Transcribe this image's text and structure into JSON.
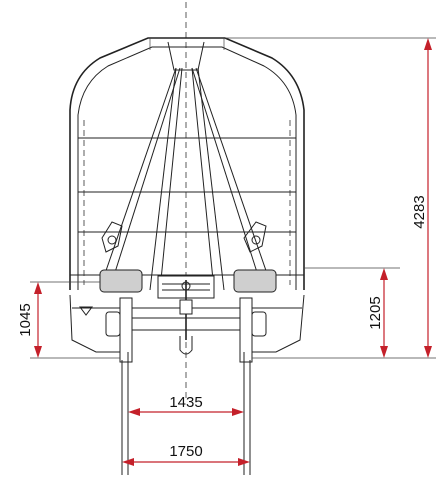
{
  "dimensions": {
    "total_height": "4283",
    "floor_height": "1205",
    "side_height": "1045",
    "track_gauge": "1435",
    "wheel_span": "1750"
  },
  "colors": {
    "dimension_lines": "#c4202a",
    "drawing_lines": "#222222",
    "shading": "#cfcfcf"
  }
}
